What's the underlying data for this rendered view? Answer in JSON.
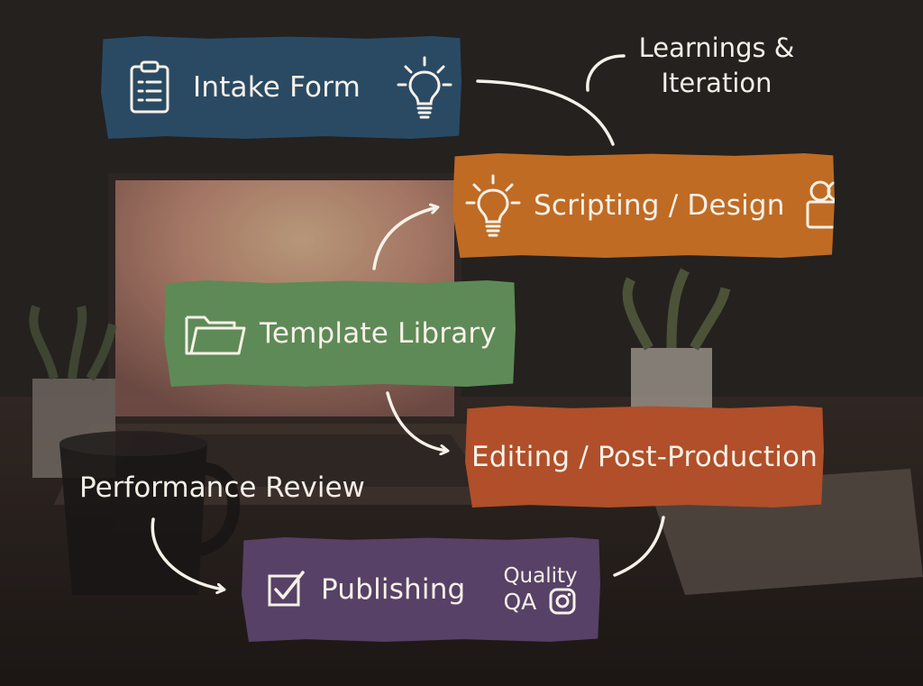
{
  "diagram": {
    "nodes": [
      {
        "id": "intake",
        "label": "Intake Form",
        "color": "#2a4a64",
        "icons": [
          "clipboard-icon",
          "lightbulb-icon"
        ]
      },
      {
        "id": "scripting",
        "label": "Scripting / Design",
        "color": "#bf6b24",
        "icons": [
          "lightbulb-icon",
          "video-camera-icon"
        ]
      },
      {
        "id": "template",
        "label": "Template Library",
        "color": "#5e8a57",
        "icons": [
          "folder-icon"
        ]
      },
      {
        "id": "editing",
        "label": "Editing / Post-Production",
        "color": "#b04f2a",
        "icons": []
      },
      {
        "id": "publishing",
        "label": "Publishing",
        "color": "#574166",
        "icons": [
          "checkbox-icon",
          "instagram-icon"
        ]
      }
    ],
    "annotations": {
      "learnings_line1": "Learnings &",
      "learnings_line2": "Iteration",
      "performance": "Performance Review",
      "quality_line1": "Quality",
      "quality_line2": "QA"
    },
    "edges": [
      {
        "from": "intake",
        "to": "scripting"
      },
      {
        "from": "template",
        "to": "scripting"
      },
      {
        "from": "template",
        "to": "editing"
      },
      {
        "from": "editing",
        "to": "publishing"
      },
      {
        "from": "performance",
        "to": "publishing"
      }
    ]
  }
}
